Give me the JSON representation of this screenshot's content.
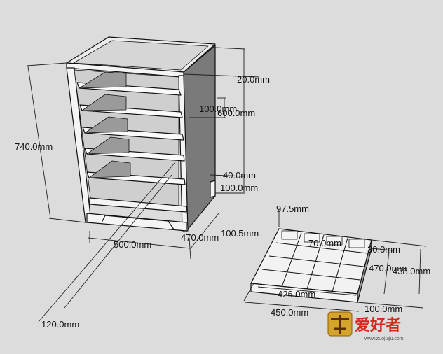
{
  "canvas": {
    "background": "#dcdcdc",
    "line_color": "#111111",
    "shade_color": "#7a7a7a",
    "face_color": "#f4f4f4"
  },
  "dimensions": {
    "height_total": "740.0mm",
    "top_thickness": "20.0mm",
    "drawer_gap": "100.0mm",
    "inner_height": "600.0mm",
    "bottom_shelf": "40.0mm",
    "base_height": "100.0mm",
    "width": "500.0mm",
    "depth": "470.0mm",
    "leg_offset": "120.0mm",
    "tray_cell_width": "97.5mm",
    "tray_cell_depth": "70.0mm",
    "tray_edge": "100.5mm",
    "tray_height": "30.0mm",
    "tray_depth": "470.0mm",
    "tray_outer_depth": "438.0mm",
    "tray_inner_width": "426.0mm",
    "tray_outer_width": "450.0mm",
    "tray_handle": "100.0mm"
  },
  "watermark": {
    "text": "爱好者",
    "url": "www.zuojiaju.com",
    "brand_color": "#d12a1b"
  }
}
